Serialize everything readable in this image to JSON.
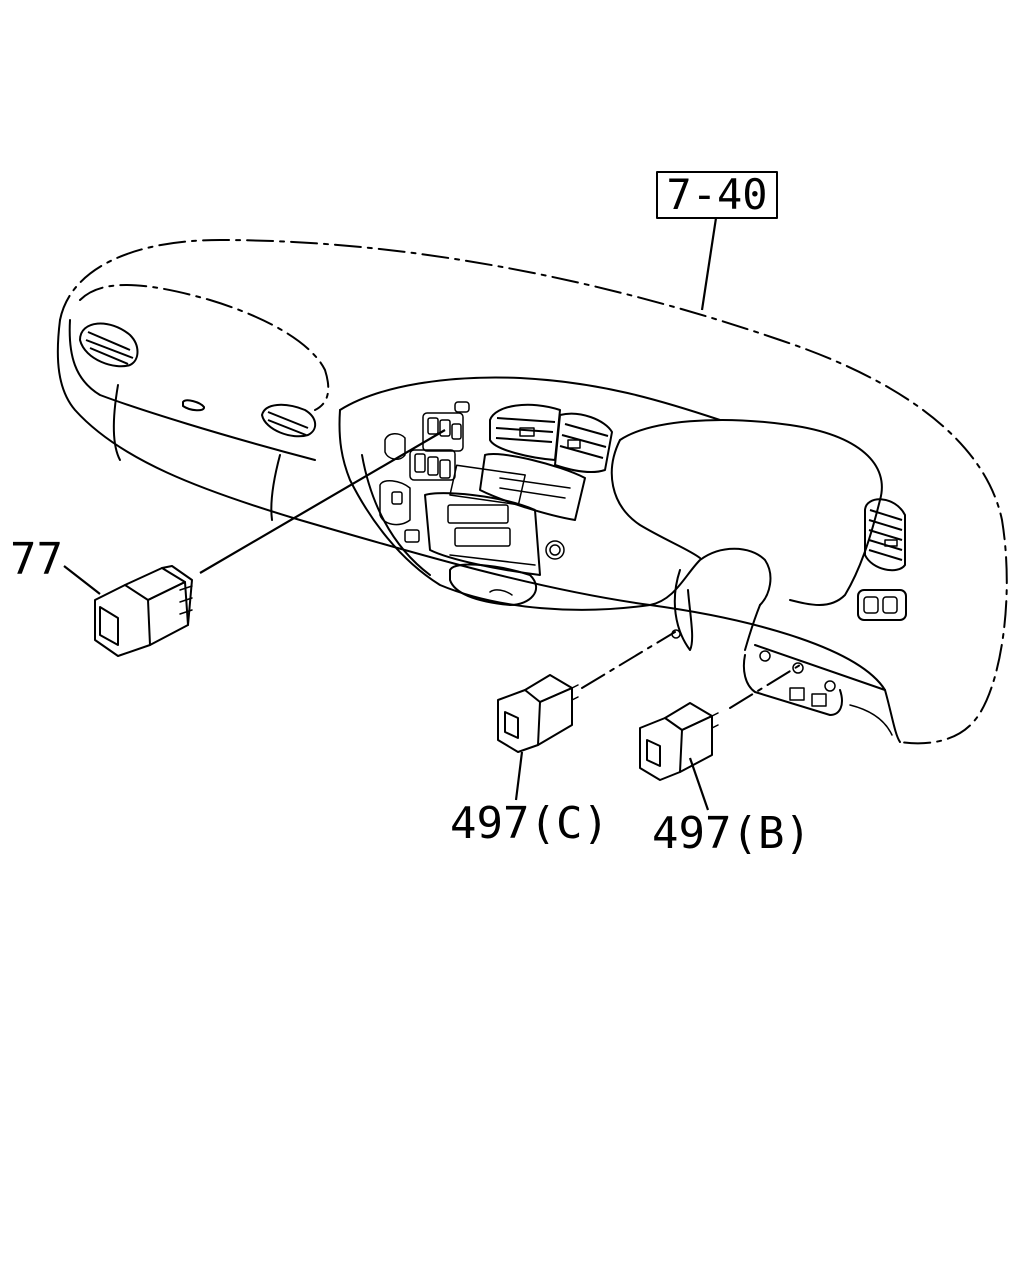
{
  "reference_box": {
    "label": "7-40"
  },
  "callouts": [
    {
      "id": "77",
      "label": "77"
    },
    {
      "id": "497c",
      "label": "497(C)"
    },
    {
      "id": "497b",
      "label": "497(B)"
    }
  ],
  "colors": {
    "ink": "#000000",
    "paper": "#ffffff"
  }
}
